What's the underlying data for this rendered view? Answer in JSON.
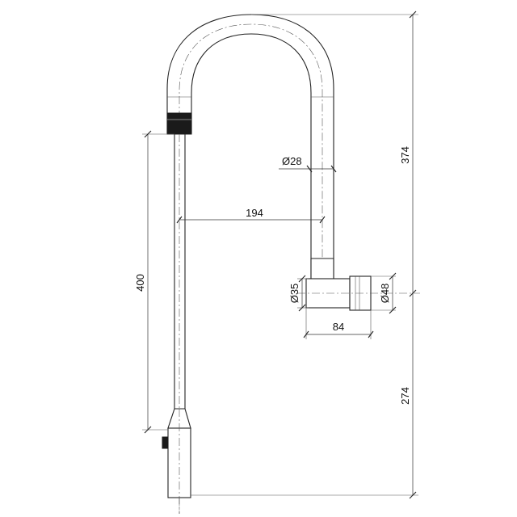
{
  "dimensions": {
    "spout_dia": "Ø28",
    "reach": "194",
    "hose_length": "400",
    "inlet_dia": "Ø35",
    "body_dia": "Ø48",
    "body_length": "84",
    "upper_height": "374",
    "lower_height": "274"
  }
}
